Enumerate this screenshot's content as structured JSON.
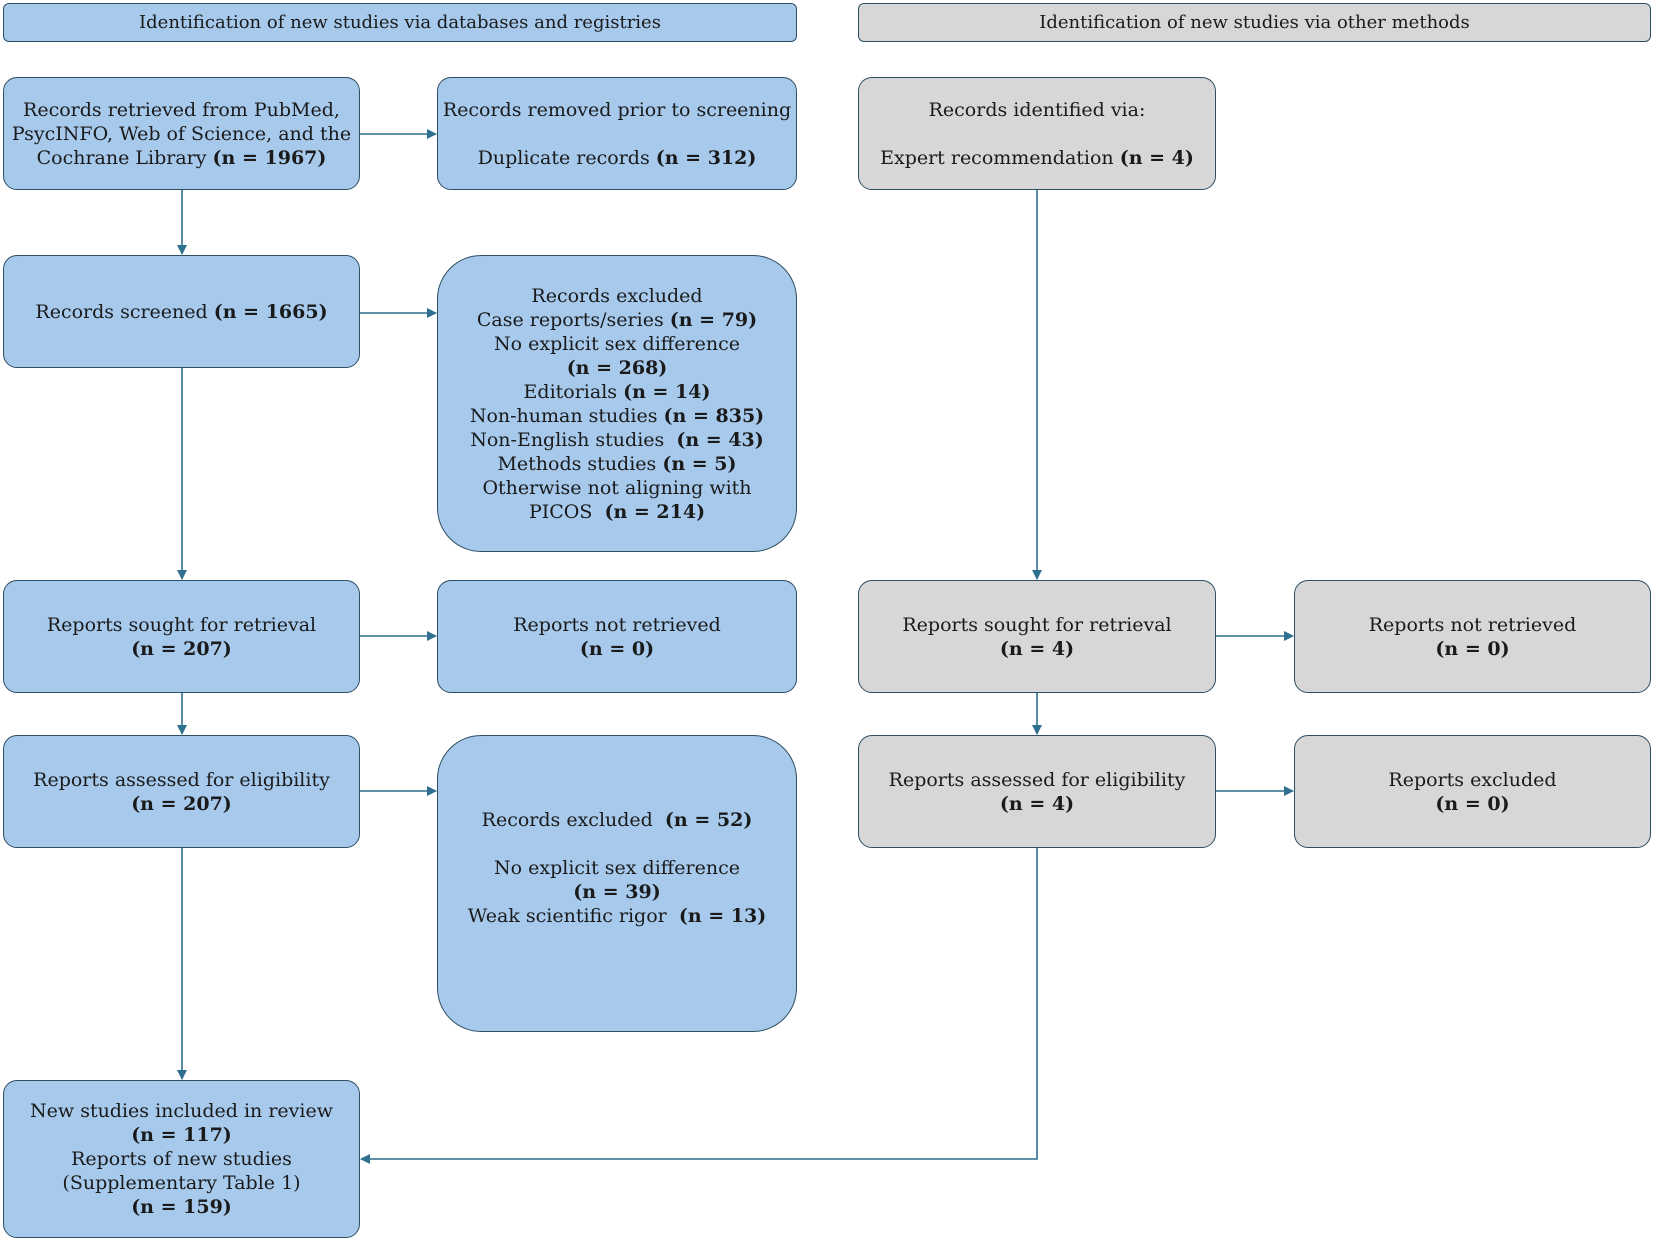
{
  "headers": {
    "left": "Identification of new studies via databases and registries",
    "right": "Identification of new studies via other methods"
  },
  "db": {
    "retrieved": {
      "l1": "Records retrieved from PubMed,",
      "l2": "PsycINFO, Web of Science, and the",
      "l3": "Cochrane Library",
      "n": "(n = 1967)"
    },
    "removed": {
      "l1": "Records removed prior to screening",
      "l2": "Duplicate records",
      "n": "(n = 312)"
    },
    "screened": {
      "label": "Records screened",
      "n": "(n = 1665)"
    },
    "excluded": {
      "title": "Records excluded",
      "case_label": "Case reports/series",
      "case_n": "(n = 79)",
      "nosex_label": "No explicit sex difference",
      "nosex_n": "(n = 268)",
      "edit_label": "Editorials",
      "edit_n": "(n = 14)",
      "nonhuman_label": "Non-human studies",
      "nonhuman_n": "(n = 835)",
      "noneng_label": "Non-English studies",
      "noneng_n": "(n = 43)",
      "methods_label": "Methods studies",
      "methods_n": "(n = 5)",
      "other_l1": "Otherwise not aligning with",
      "other_l2": "PICOS",
      "other_n": "(n = 214)"
    },
    "sought": {
      "label": "Reports sought for retrieval",
      "n": "(n = 207)"
    },
    "not_retrieved": {
      "label": "Reports not retrieved",
      "n": "(n = 0)"
    },
    "assessed": {
      "label": "Reports assessed for eligibility",
      "n": "(n = 207)"
    },
    "excluded2": {
      "title": "Records excluded",
      "title_n": "(n = 52)",
      "nosex_label": "No explicit sex difference",
      "nosex_n": "(n = 39)",
      "weak_label": "Weak scientific rigor",
      "weak_n": "(n = 13)"
    },
    "included": {
      "l1": "New studies included in review",
      "n1": "(n = 117)",
      "l2": "Reports of new studies",
      "l3": "(Supplementary Table 1)",
      "n2": "(n = 159)"
    }
  },
  "other": {
    "identified": {
      "l1": "Records identified via:",
      "l2": "Expert recommendation",
      "n": "(n = 4)"
    },
    "sought": {
      "label": "Reports sought for retrieval",
      "n": "(n = 4)"
    },
    "not_retrieved": {
      "label": "Reports not retrieved",
      "n": "(n = 0)"
    },
    "assessed": {
      "label": "Reports assessed for eligibility",
      "n": "(n = 4)"
    },
    "excluded": {
      "label": "Reports excluded",
      "n": "(n = 0)"
    }
  },
  "colors": {
    "blue_fill": "#a6c9ec",
    "grey_fill": "#d7d7d7",
    "border": "#2e4f63",
    "arrow": "#2f6f8f"
  }
}
